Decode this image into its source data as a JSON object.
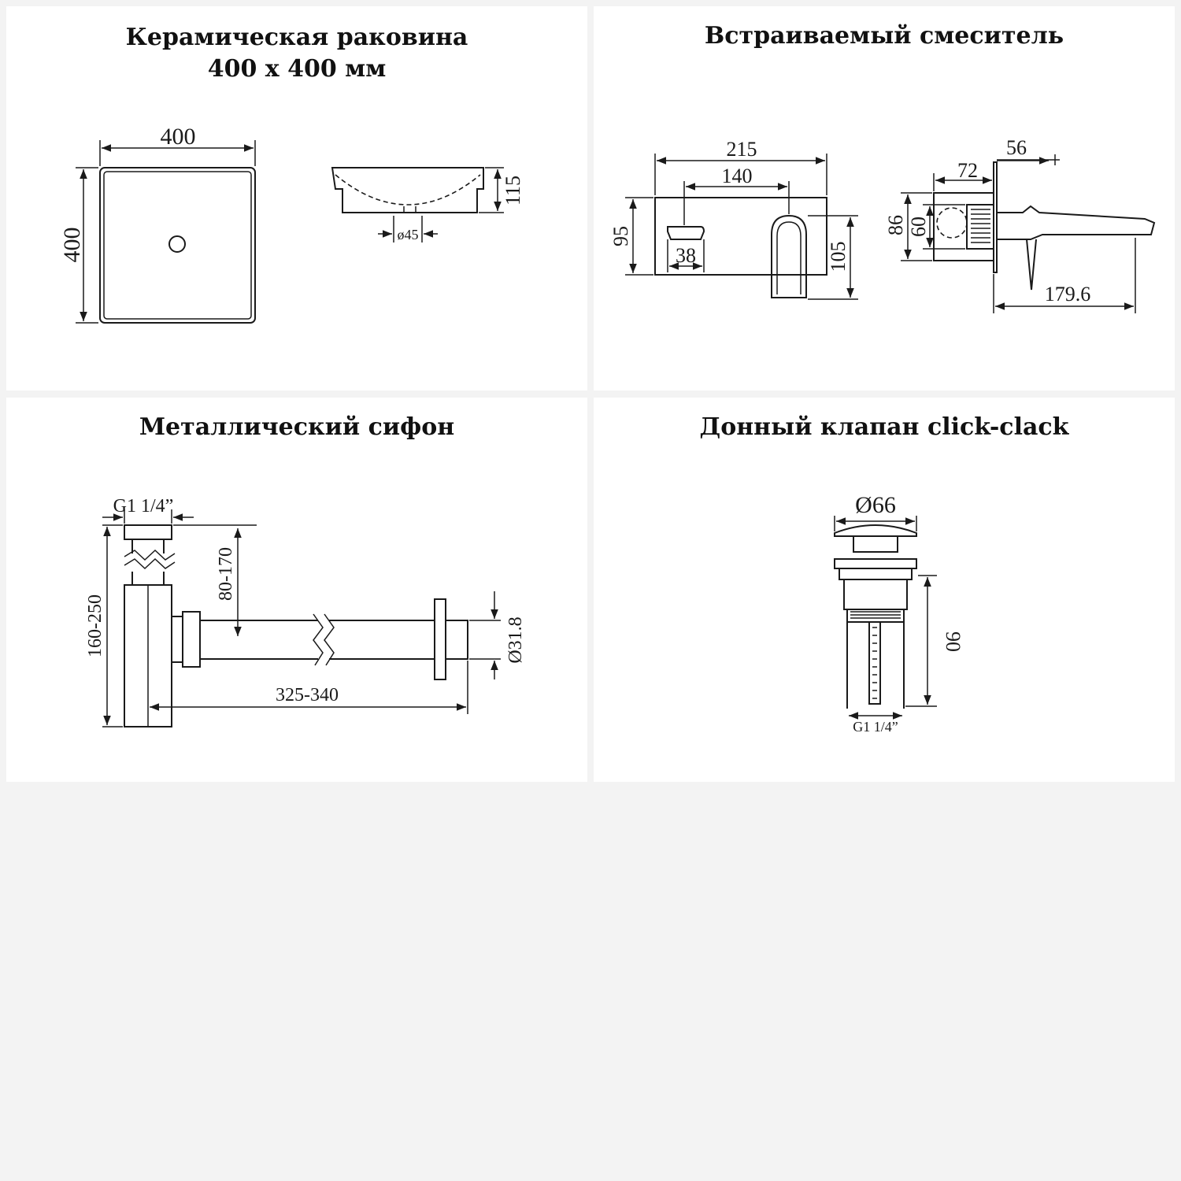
{
  "panels": {
    "sink": {
      "title_line1": "Керамическая раковина",
      "title_line2": "400 x 400 мм",
      "dims": {
        "width": "400",
        "height": "400",
        "depth": "115",
        "drain": "ø45"
      }
    },
    "mixer": {
      "title": "Встраиваемый смеситель",
      "dims": {
        "d215": "215",
        "d140": "140",
        "d95": "95",
        "d38": "38",
        "d105": "105",
        "d56": "56",
        "d72": "72",
        "d86": "86",
        "d60": "60",
        "d179": "179.6"
      }
    },
    "siphon": {
      "title": "Металлический сифон",
      "dims": {
        "thread": "G1 1/4”",
        "h_total": "160-250",
        "h_outlet": "80-170",
        "length": "325-340",
        "pipe_d": "Ø31.8"
      }
    },
    "valve": {
      "title": "Донный клапан click-clack",
      "dims": {
        "cap_d": "Ø66",
        "height": "90",
        "thread": "G1 1/4”"
      }
    }
  },
  "colors": {
    "background": "#f3f3f3",
    "panel": "#ffffff",
    "line": "#1a1a1a"
  }
}
